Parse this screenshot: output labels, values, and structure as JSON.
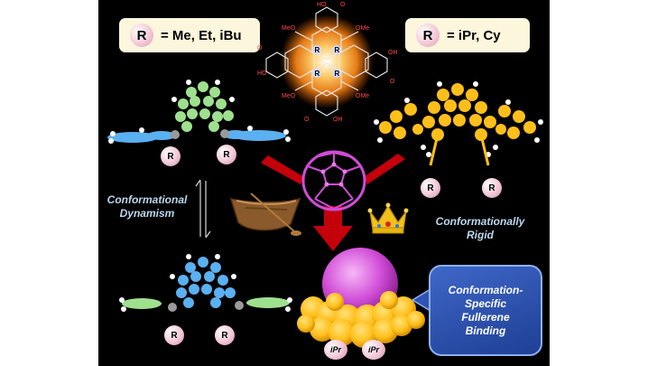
{
  "left_box": {
    "badge": "R",
    "text": "= Me, Et, iBu"
  },
  "right_box": {
    "badge": "R",
    "text": "= iPr, Cy"
  },
  "left_caption": {
    "line1": "Conformational",
    "line2": "Dynamism"
  },
  "right_caption": {
    "line1": "Conformationally",
    "line2": "Rigid"
  },
  "callout": {
    "line1": "Conformation-",
    "line2": "Specific",
    "line3": "Fullerene",
    "line4": "Binding"
  },
  "substituent_labels": {
    "r": "R",
    "ipr": "iPr"
  },
  "structure_labels": {
    "oh": "OH",
    "meo": "MeO",
    "ome": "OMe",
    "ho": "HO",
    "o": "O"
  },
  "colors": {
    "background": "#000000",
    "box_fill": "#fbf6dc",
    "caption_text": "#bcd7ee",
    "callout_fill": "#2b4fae",
    "green_core": "#9fe08f",
    "blue_arms": "#5ab0f0",
    "orange_macrocycle": "#ffbf1a",
    "fullerene": "#d04cd6",
    "red_arrows": "#c4000b"
  }
}
